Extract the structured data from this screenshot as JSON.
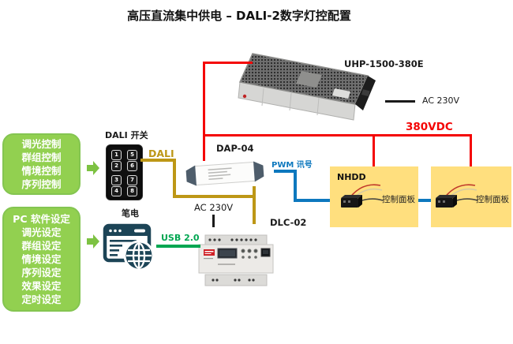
{
  "title": "高压直流集中供电 – DALI-2数字灯控配置",
  "left_panel": {
    "control_modes": [
      "调光控制",
      "群组控制",
      "情境控制",
      "序列控制"
    ],
    "pc_settings": [
      "PC 软件设定",
      "调光设定",
      "群组设定",
      "情境设定",
      "序列设定",
      "效果设定",
      "定时设定"
    ]
  },
  "dali_switch": {
    "label": "DALI 开关",
    "keys": [
      "1",
      "2",
      "3",
      "4",
      "5",
      "6",
      "7",
      "8"
    ]
  },
  "laptop": {
    "label": "笔电"
  },
  "psu": {
    "label": "UHP-1500-380E"
  },
  "dap": {
    "label": "DAP-04"
  },
  "dlc": {
    "label": "DLC-02"
  },
  "panels": {
    "group_label": "NHDD",
    "panel1_label": "控制面板",
    "panel2_label": "控制面板"
  },
  "connections": {
    "dali": "DALI",
    "usb": "USB 2.0",
    "pwm": "PWM 讯号",
    "ac_top": "AC 230V",
    "ac_bottom": "AC 230V",
    "dc": "380VDC"
  },
  "colors": {
    "green_box": "#92D050",
    "arrow_green": "#7DC242",
    "dali_line": "#BD9716",
    "dc_line": "#F40505",
    "pwm_line": "#0D78BE",
    "usb_line": "#00A651",
    "panel_box": "#FFDF7E",
    "ac_line": "#1A1A1A"
  }
}
